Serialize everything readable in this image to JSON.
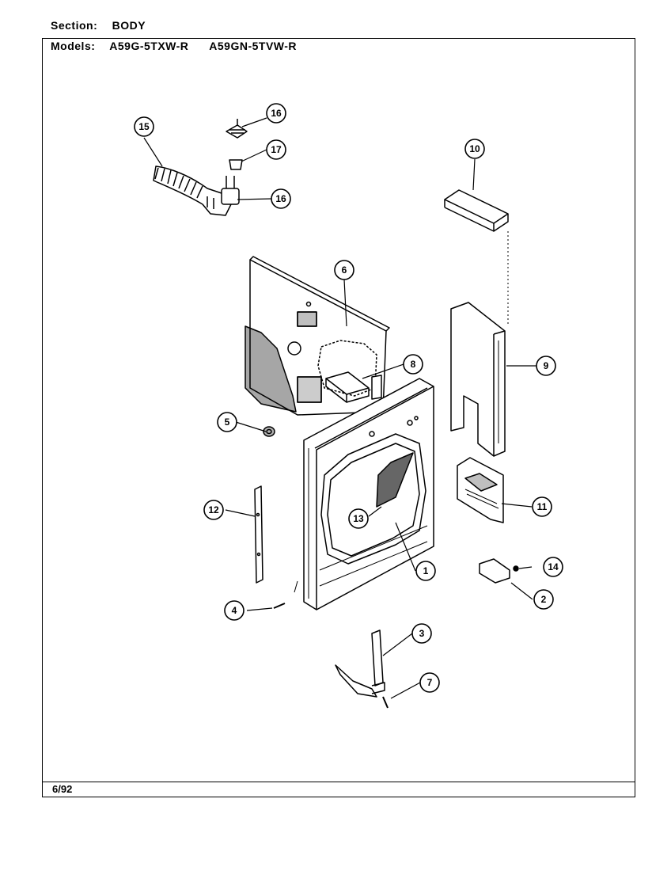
{
  "header": {
    "section_label": "Section:",
    "section_value": "BODY",
    "models_label": "Models:",
    "models": [
      "A59G-5TXW-R",
      "A59GN-5TVW-R"
    ]
  },
  "footer": {
    "date": "6/92"
  },
  "callouts": [
    "16",
    "15",
    "17",
    "16",
    "10",
    "6",
    "8",
    "9",
    "5",
    "12",
    "13",
    "11",
    "1",
    "14",
    "2",
    "4",
    "3",
    "7"
  ]
}
